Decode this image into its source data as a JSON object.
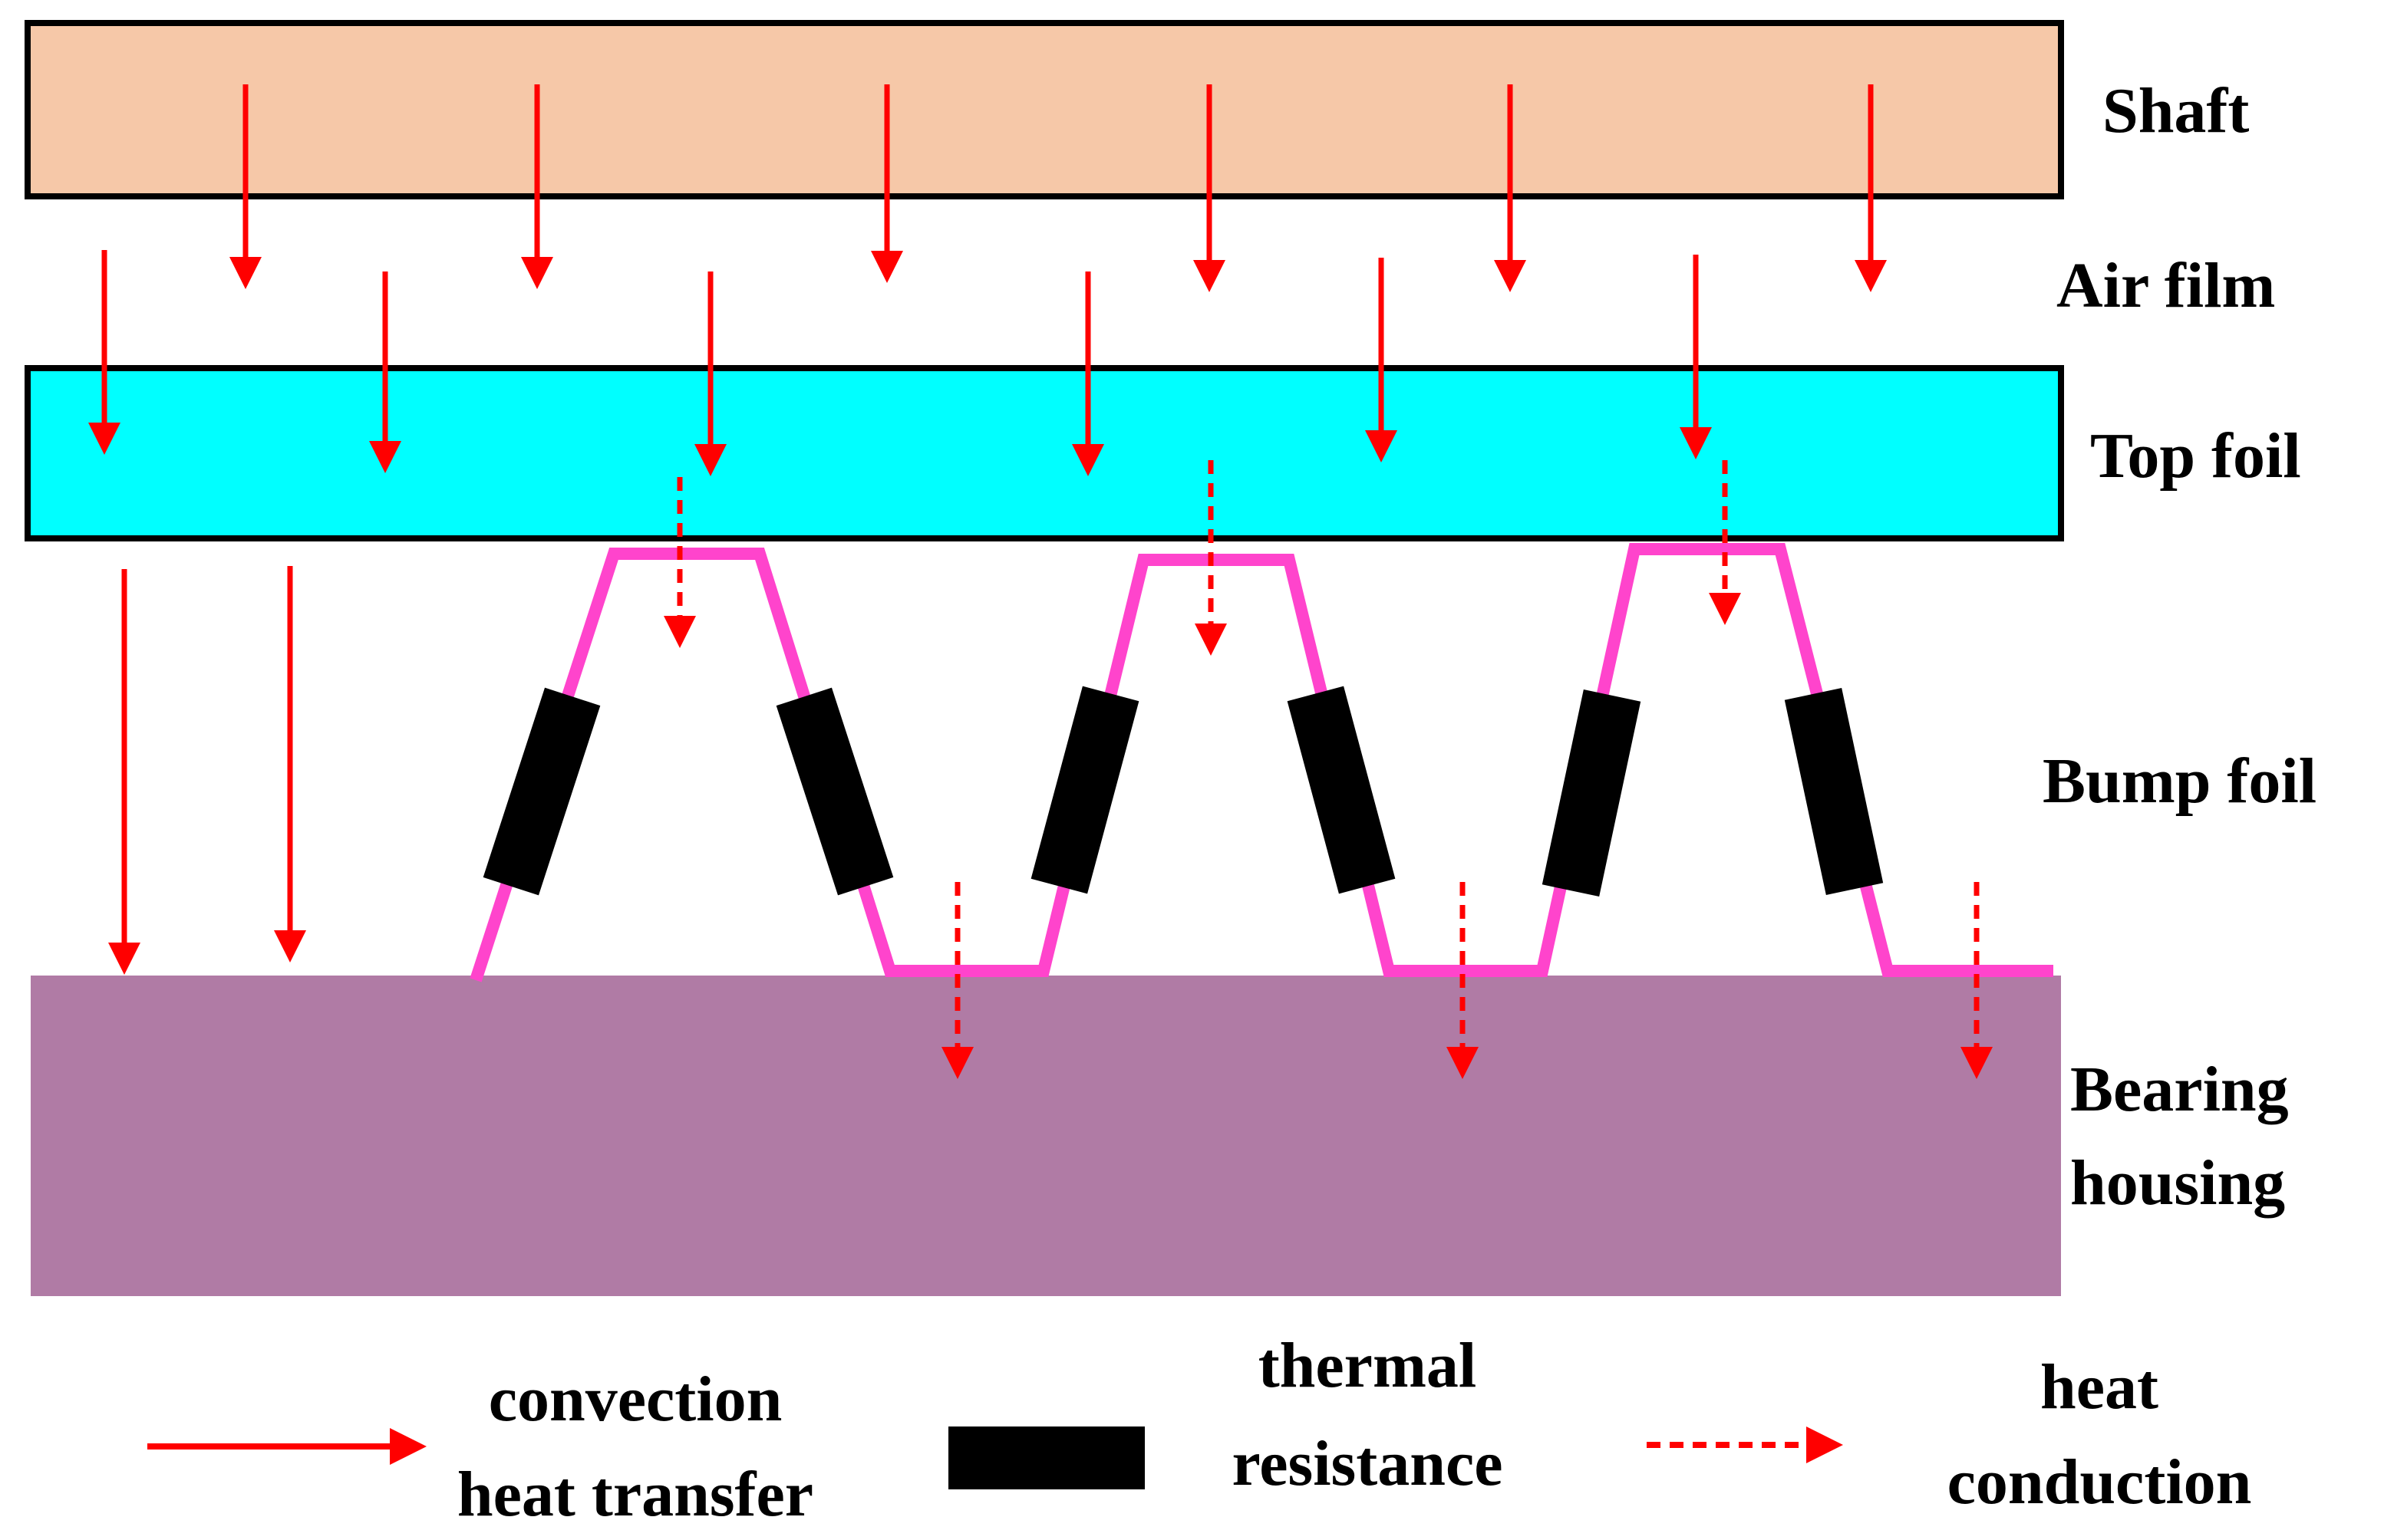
{
  "colors": {
    "shaft": "#F6C8A8",
    "top_foil": "#00FFFF",
    "bump_foil": "#FF44CC",
    "bearing_housing": "#B07BA5",
    "arrow": "#FF0000",
    "thermal_resistance": "#000000",
    "outline": "#000000"
  },
  "labels": {
    "shaft": "Shaft",
    "air_film": "Air film",
    "top_foil": "Top foil",
    "bump_foil": "Bump foil",
    "bearing_housing_line1": "Bearing",
    "bearing_housing_line2": "housing"
  },
  "legend": {
    "convection_line1": "convection",
    "convection_line2": "heat transfer",
    "thermal_line1": "thermal",
    "thermal_line2": "resistance",
    "conduction_line1": "heat",
    "conduction_line2": "conduction"
  }
}
